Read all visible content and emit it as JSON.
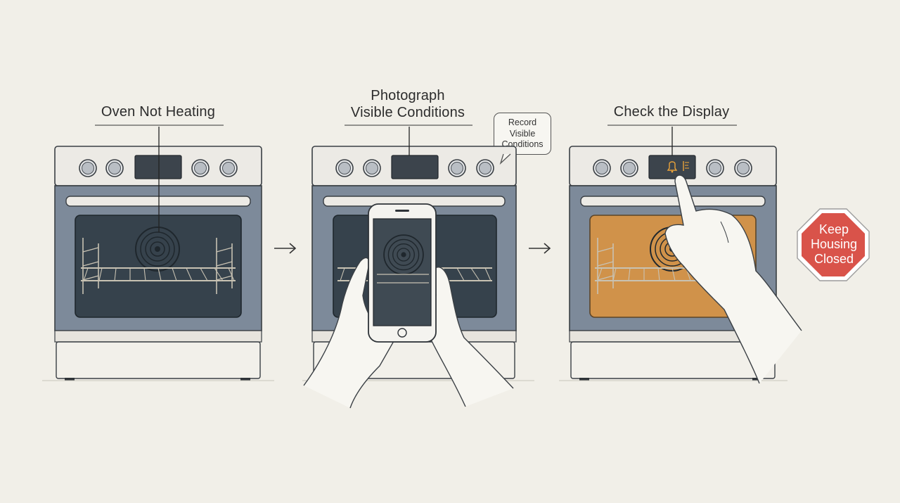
{
  "panels": [
    {
      "title": "Oven Not Heating"
    },
    {
      "title_line1": "Photograph",
      "title_line2": "Visible Conditions",
      "callout": [
        "Record",
        "Visible",
        "Conditions"
      ]
    },
    {
      "title": "Check the Display",
      "display_icons": [
        "bell-icon",
        "temperature-icon"
      ]
    }
  ],
  "warning_sign": {
    "lines": [
      "Keep",
      "Housing",
      "Closed"
    ]
  },
  "colors": {
    "background": "#f1efe8",
    "oven_body": "#7d8a9a",
    "oven_window": "#36424c",
    "heated_window": "#d0924a",
    "stop_sign": "#d9534a",
    "display_glow": "#e9a23a"
  }
}
